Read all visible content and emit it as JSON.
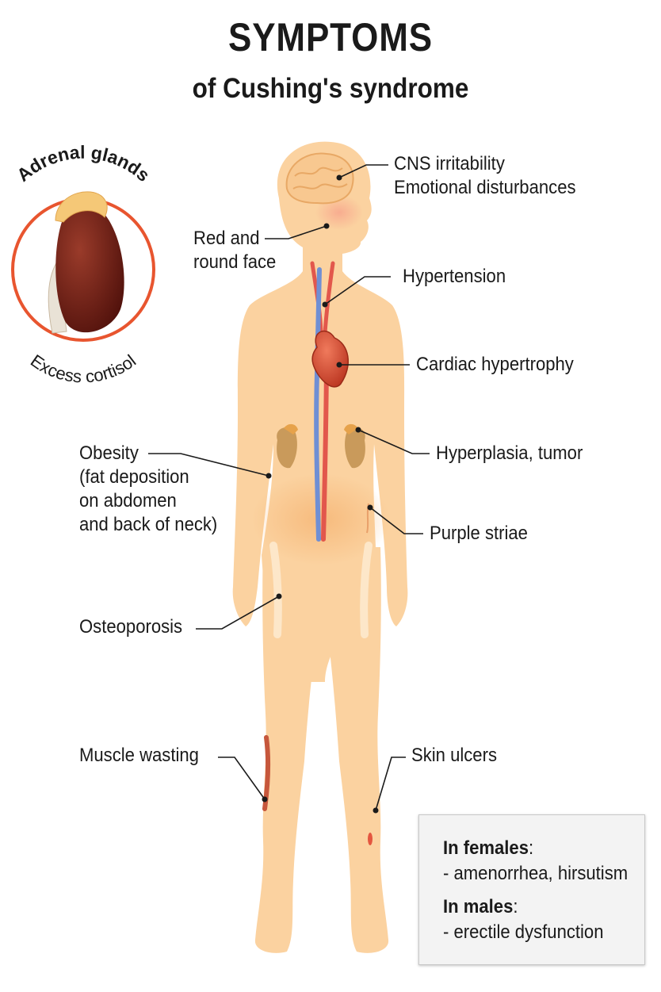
{
  "title": "SYMPTOMS",
  "subtitle": "of Cushing's syndrome",
  "inset": {
    "top_label": "Adrenal glands",
    "bottom_label": "Excess cortisol"
  },
  "labels": {
    "cns": "CNS irritability\nEmotional disturbances",
    "face": "Red and\nround face",
    "hypertension": "Hypertension",
    "cardiac": "Cardiac hypertrophy",
    "obesity": "Obesity\n(fat deposition\non abdomen\nand back of neck)",
    "hyperplasia": "Hyperplasia, tumor",
    "striae": "Purple striae",
    "osteoporosis": "Osteoporosis",
    "muscle": "Muscle wasting",
    "ulcers": "Skin ulcers"
  },
  "infobox": {
    "females_heading": "In females",
    "females_text": "- amenorrhea, hirsutism",
    "males_heading": "In males",
    "males_text": "- erectile dysfunction"
  },
  "colors": {
    "skin": "#fbd2a0",
    "skin_shadow": "#f4bd85",
    "ring": "#e8552f",
    "kidney": "#6e1d14",
    "artery": "#e2574c",
    "vein": "#6f8fd4"
  }
}
